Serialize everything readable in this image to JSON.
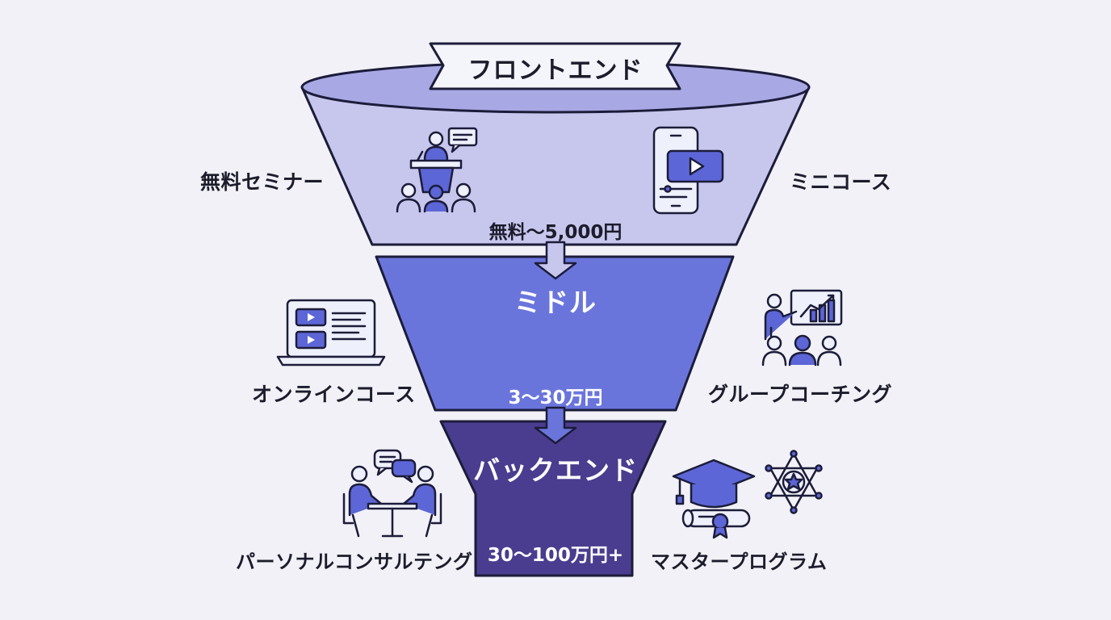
{
  "tiers": {
    "front": {
      "title": "フロントエンド",
      "price": "無料〜5,000円",
      "left_item": "無料セミナー",
      "right_item": "ミニコース"
    },
    "middle": {
      "title": "ミドル",
      "price": "3〜30万円",
      "left_item": "オンラインコース",
      "right_item": "グループコーチング"
    },
    "back": {
      "title": "バックエンド",
      "price": "30〜100万円+",
      "left_item": "パーソナルコンサルテング",
      "right_item": "マスタープログラム"
    }
  },
  "icons": {
    "front_left": "seminar-speaker-icon",
    "front_right": "mobile-video-icon",
    "middle_left": "laptop-course-icon",
    "middle_right": "group-presentation-icon",
    "back_left": "consultation-meeting-icon",
    "back_right": "graduation-certificate-icon"
  },
  "colors": {
    "front_fill": "#c7c7ee",
    "front_rim": "#a8a8e4",
    "middle_fill": "#6a75dc",
    "back_fill": "#4a3d8f",
    "outline": "#1c1c3a",
    "icon_fill": "#5c66d6",
    "icon_light": "#b6bbef"
  }
}
